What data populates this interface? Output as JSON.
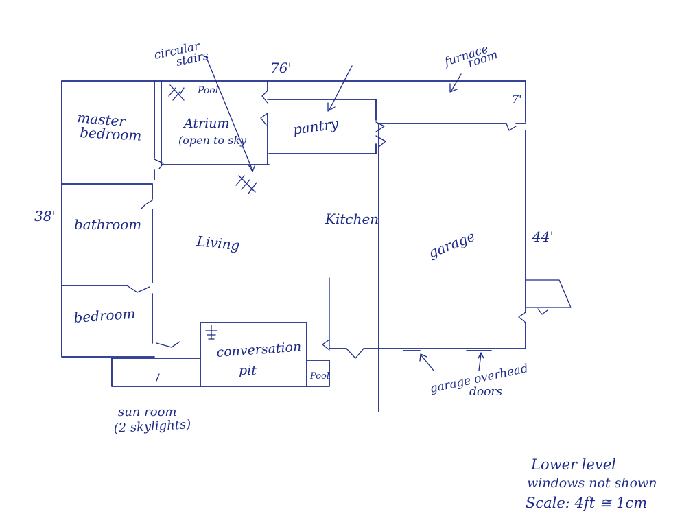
{
  "plan": {
    "rooms": {
      "master_bedroom_1": "master",
      "master_bedroom_2": "bedroom",
      "bathroom": "bathroom",
      "bedroom": "bedroom",
      "atrium_1": "Atrium",
      "atrium_2": "(open to sky",
      "pool_top": "Pool",
      "pantry": "pantry",
      "kitchen": "Kitchen",
      "living": "Living",
      "garage": "garage",
      "conversation_pit_1": "conversation",
      "conversation_pit_2": "pit",
      "pool_bottom": "Pool"
    },
    "callouts": {
      "circular_stairs_1": "circular",
      "circular_stairs_2": "stairs",
      "furnace_room_1": "furnace",
      "furnace_room_2": "room",
      "sun_room_1": "sun room",
      "sun_room_2": "(2 skylights)",
      "garage_doors_1": "garage overhead",
      "garage_doors_2": "doors"
    },
    "dimensions": {
      "width": "76'",
      "height": "38'",
      "garage_depth": "44'",
      "small": "7'"
    },
    "notes": {
      "line1": "Lower level",
      "line2": "windows not shown",
      "line3": "Scale: 4ft ≅ 1cm"
    }
  }
}
